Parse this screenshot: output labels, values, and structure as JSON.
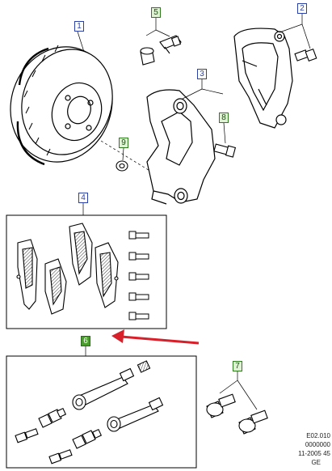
{
  "callouts": {
    "c1": "1",
    "c2": "2",
    "c3": "3",
    "c4": "4",
    "c5": "5",
    "c6": "6",
    "c7": "7",
    "c8": "8",
    "c9": "9"
  },
  "footer": {
    "line1": "E02.010",
    "line2": "0000000",
    "line3": "11-2005 45",
    "line4": "GE"
  },
  "colors": {
    "callout_blue": "#2b3fa8",
    "callout_green": "#2f7a1f",
    "callout_green_highlight": "#4a9c2c",
    "arrow": "#d8202a",
    "line_art": "#000000"
  },
  "icons": {
    "arrow": "red-arrow-left-icon"
  }
}
